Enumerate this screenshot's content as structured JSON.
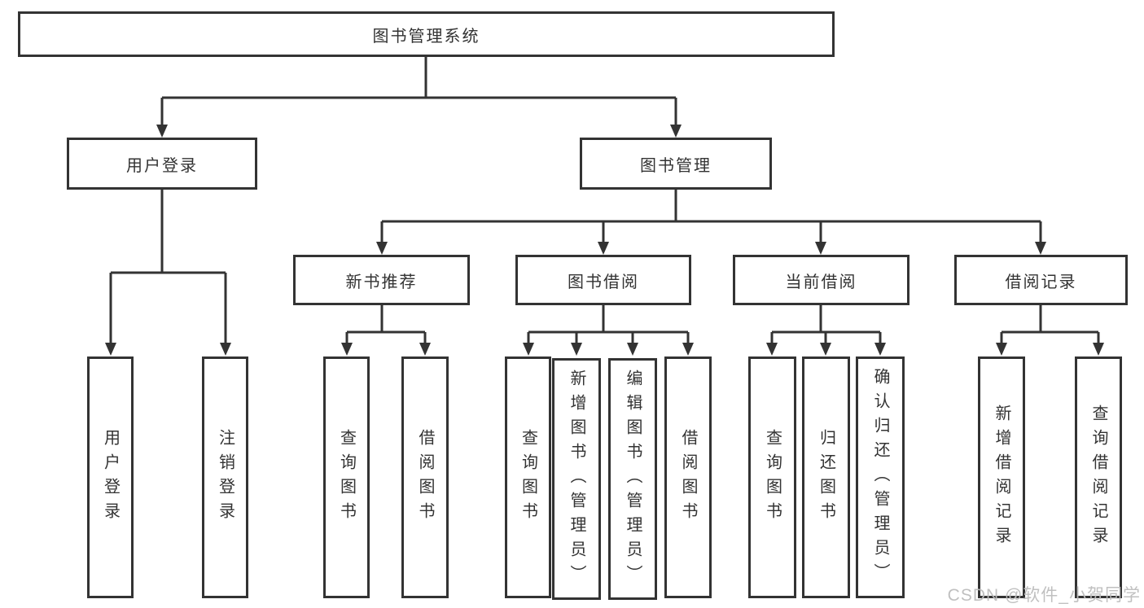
{
  "diagram": {
    "type": "hierarchy-tree",
    "watermark": "CSDN @软件_小贺同学",
    "colors": {
      "line": "#333333",
      "text": "#333333",
      "box_background": "#ffffff",
      "watermark": "#bdbdbd"
    },
    "tree": {
      "root": {
        "label": "图书管理系统"
      },
      "branches": [
        {
          "label": "用户登录",
          "children": [
            {
              "label": "用户登录"
            },
            {
              "label": "注销登录"
            }
          ]
        },
        {
          "label": "图书管理",
          "children": [
            {
              "label": "新书推荐",
              "children": [
                {
                  "label": "查询图书"
                },
                {
                  "label": "借阅图书"
                }
              ]
            },
            {
              "label": "图书借阅",
              "children": [
                {
                  "label": "查询图书"
                },
                {
                  "label": "新增图书（管理员）"
                },
                {
                  "label": "编辑图书（管理员）"
                },
                {
                  "label": "借阅图书"
                }
              ]
            },
            {
              "label": "当前借阅",
              "children": [
                {
                  "label": "查询图书"
                },
                {
                  "label": "归还图书"
                },
                {
                  "label": "确认归还（管理员）"
                }
              ]
            },
            {
              "label": "借阅记录",
              "children": [
                {
                  "label": "新增借阅记录"
                },
                {
                  "label": "查询借阅记录"
                }
              ]
            }
          ]
        }
      ]
    }
  }
}
